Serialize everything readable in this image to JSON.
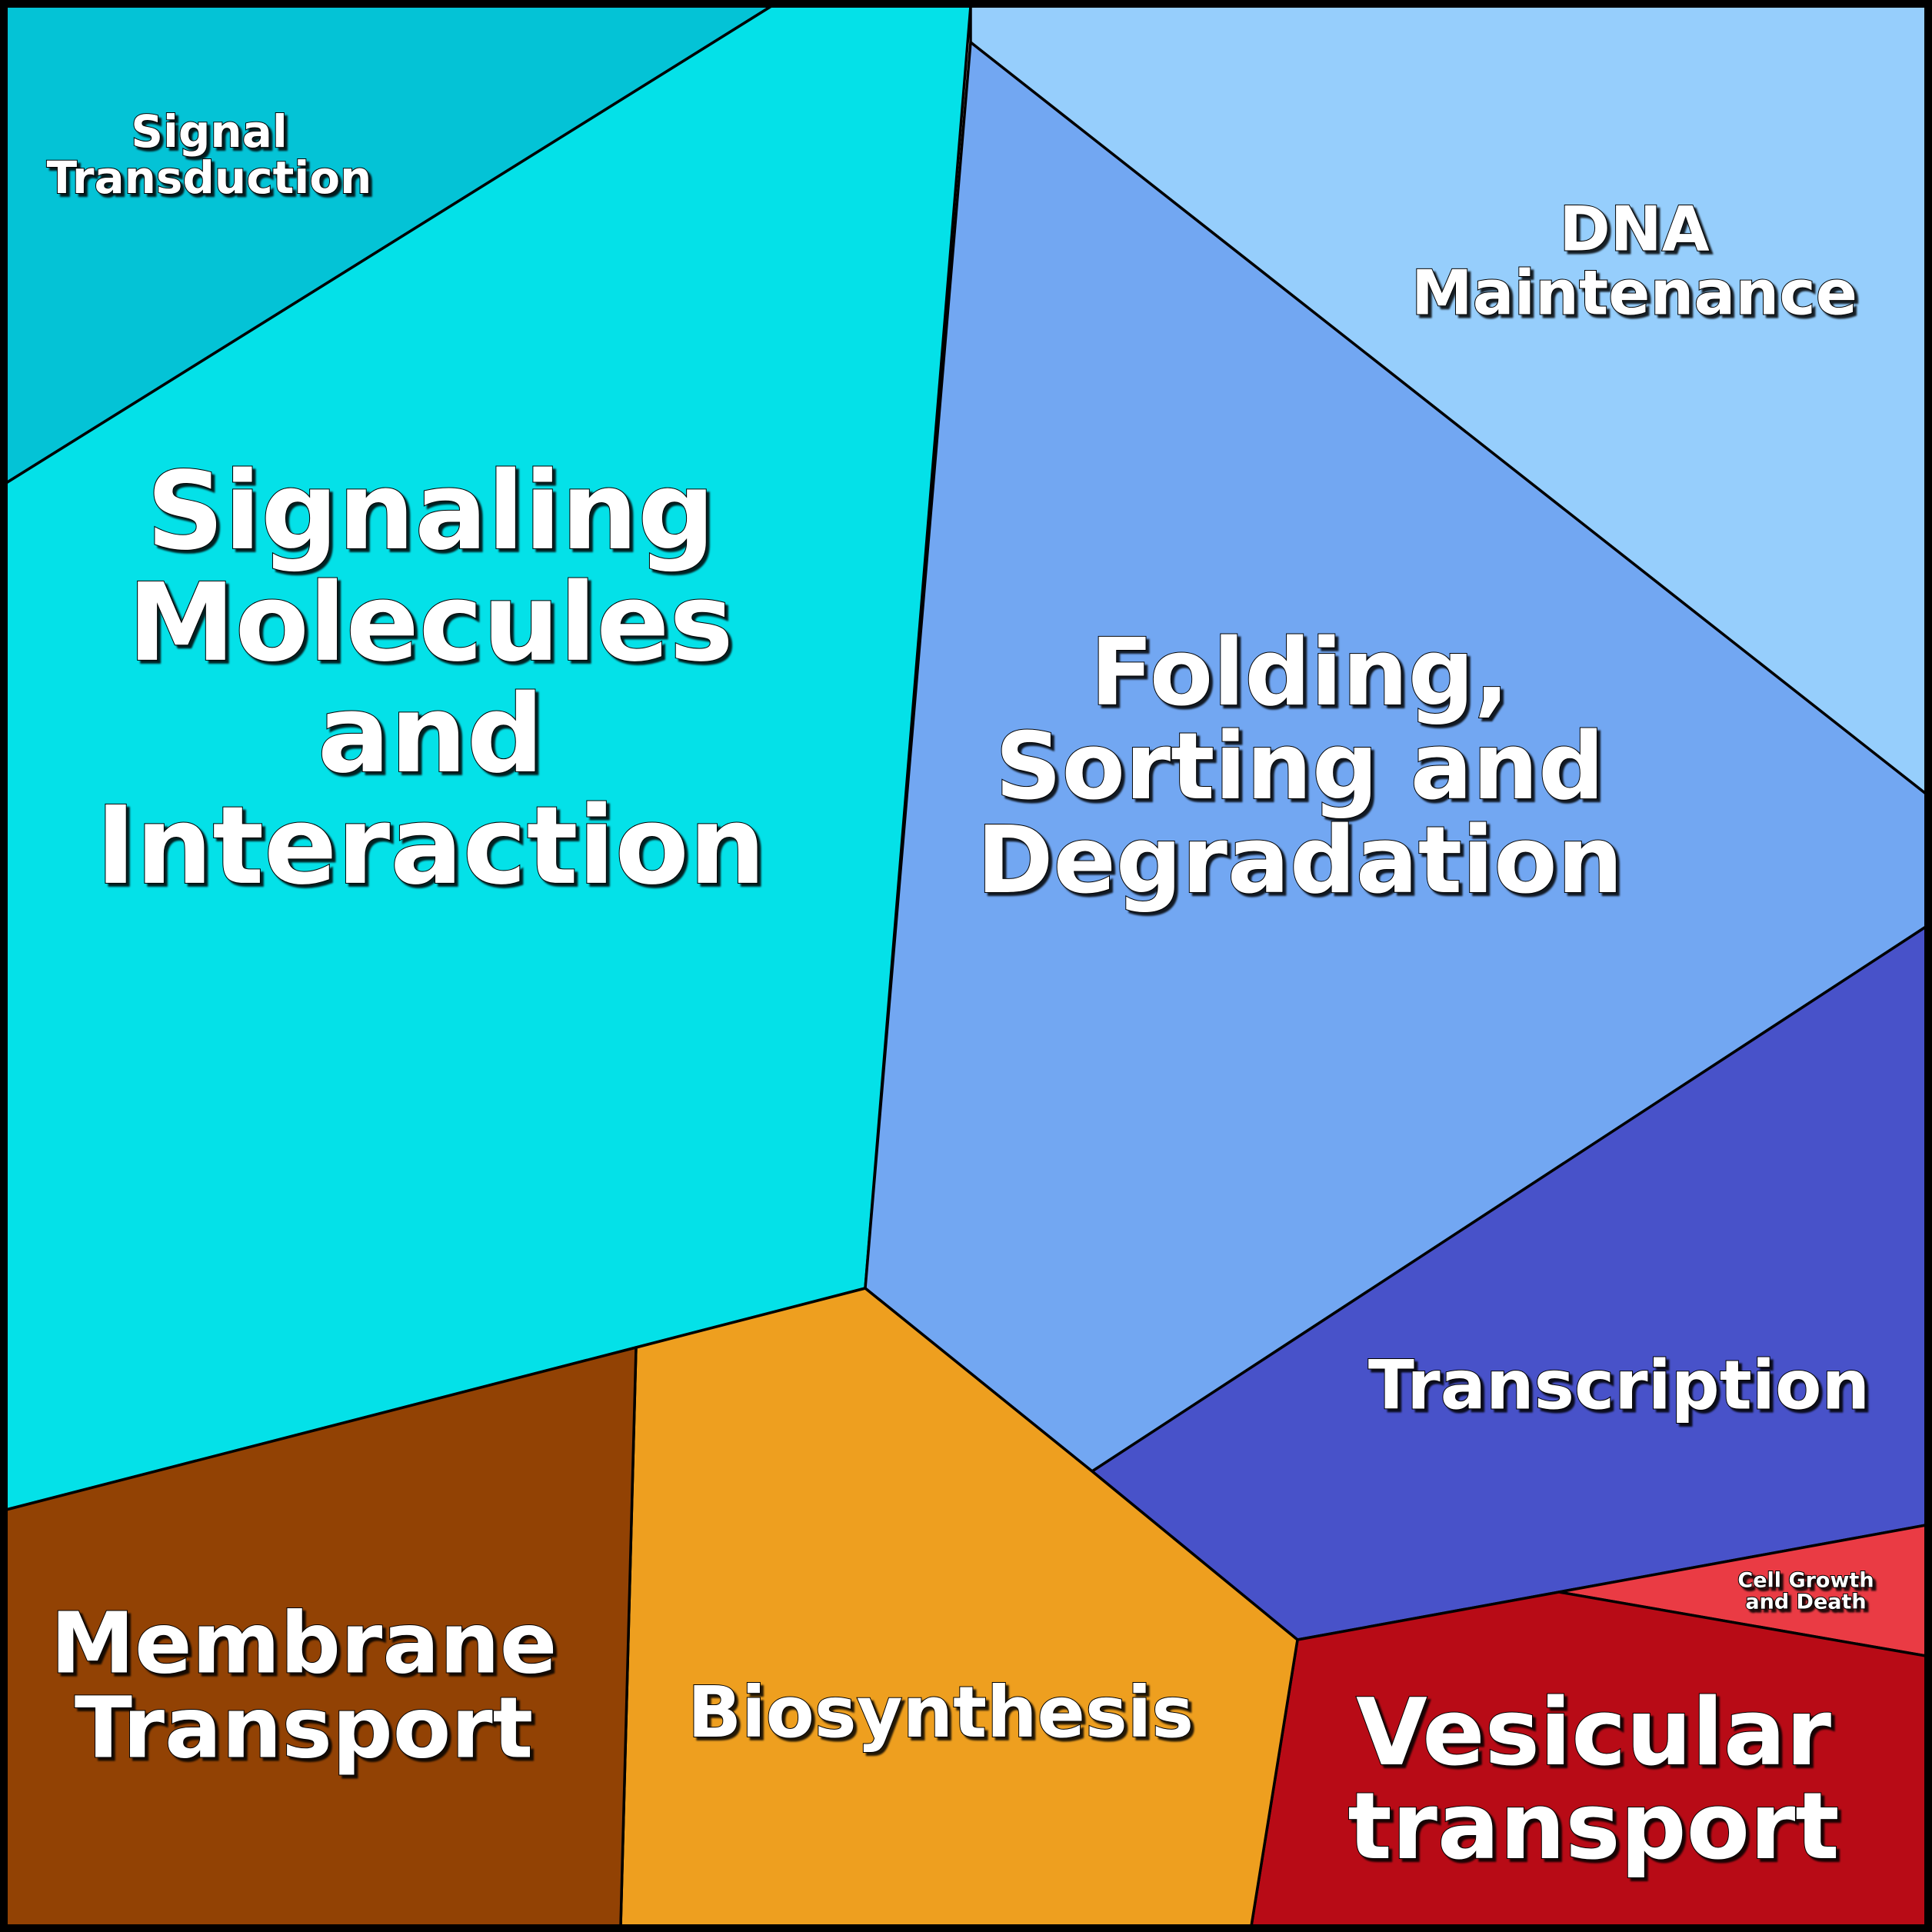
{
  "diagram": {
    "type": "voronoi-treemap",
    "regions": [
      {
        "key": "signal_transduction",
        "lines": [
          "Signal",
          "Transduction"
        ],
        "color": "#04C3D6"
      },
      {
        "key": "signaling_molecules",
        "lines": [
          "Signaling",
          "Molecules",
          "and",
          "Interaction"
        ],
        "color": "#04E1E8"
      },
      {
        "key": "dna_maintenance",
        "lines": [
          "DNA",
          "Maintenance"
        ],
        "color": "#96CEFC"
      },
      {
        "key": "folding_sorting",
        "lines": [
          "Folding,",
          "Sorting and",
          "Degradation"
        ],
        "color": "#72A7F2"
      },
      {
        "key": "transcription",
        "lines": [
          "Transcription"
        ],
        "color": "#4852C9"
      },
      {
        "key": "cell_growth",
        "lines": [
          "Cell Growth",
          "and Death"
        ],
        "color": "#EA3B44"
      },
      {
        "key": "vesicular_transport",
        "lines": [
          "Vesicular",
          "transport"
        ],
        "color": "#B80B16"
      },
      {
        "key": "biosynthesis",
        "lines": [
          "Biosynthesis"
        ],
        "color": "#EE9F1F"
      },
      {
        "key": "membrane_transport",
        "lines": [
          "Membrane",
          "Transport"
        ],
        "color": "#924204"
      }
    ]
  }
}
